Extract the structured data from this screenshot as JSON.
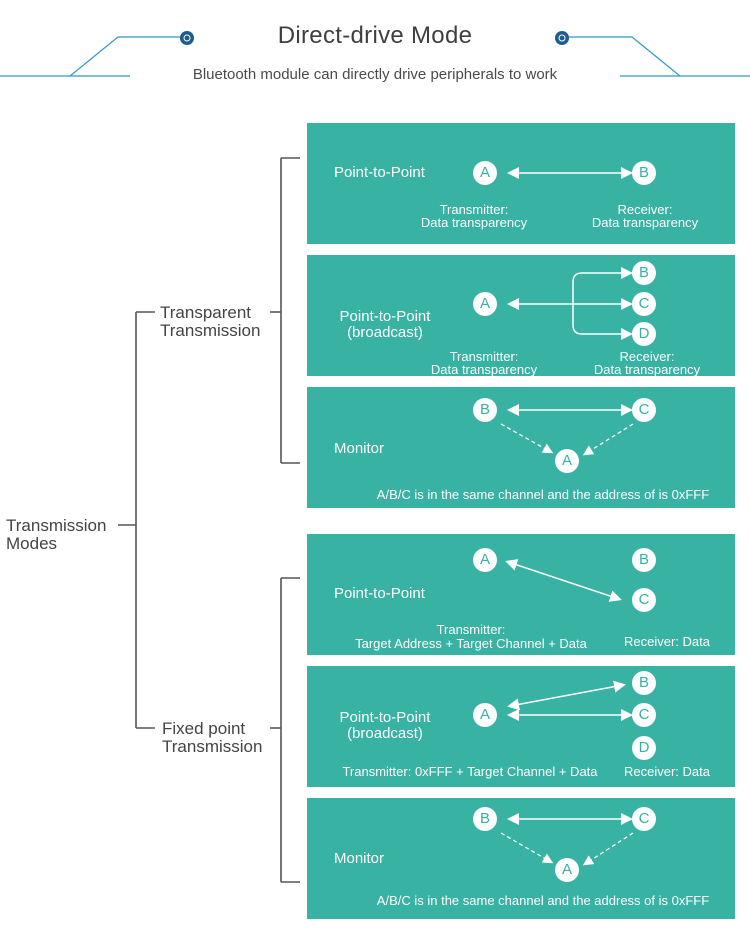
{
  "header": {
    "title": "Direct-drive Mode",
    "subtitle": "Bluetooth module can directly drive peripherals to work",
    "colors": {
      "accent": "#1b6ea3",
      "line": "#2f9bc7"
    }
  },
  "tree": {
    "root": [
      "Transmission",
      "Modes"
    ],
    "transparent": [
      "Transparent",
      "Transmission"
    ],
    "fixed": [
      "Fixed point",
      "Transmission"
    ],
    "line_color": "#555555"
  },
  "panel_color": "#37b2a3",
  "panels": [
    {
      "id": "p1",
      "mode": [
        "Point-to-Point"
      ],
      "nodes": {
        "a": "A",
        "b": "B"
      },
      "tx": [
        "Transmitter:",
        "Data transparency"
      ],
      "rx": [
        "Receiver:",
        "Data transparency"
      ]
    },
    {
      "id": "p2",
      "mode": [
        "Point-to-Point",
        "(broadcast)"
      ],
      "nodes": {
        "a": "A",
        "b": "B",
        "c": "C",
        "d": "D"
      },
      "tx": [
        "Transmitter:",
        "Data transparency"
      ],
      "rx": [
        "Receiver:",
        "Data transparency"
      ]
    },
    {
      "id": "p3",
      "mode": [
        "Monitor"
      ],
      "nodes": {
        "a": "A",
        "b": "B",
        "c": "C"
      },
      "note": "A/B/C is in the same channel and the address of is 0xFFF"
    },
    {
      "id": "p4",
      "mode": [
        "Point-to-Point"
      ],
      "nodes": {
        "a": "A",
        "b": "B",
        "c": "C"
      },
      "tx": [
        "Transmitter:",
        "Target Address + Target Channel + Data"
      ],
      "rx": [
        "Receiver: Data"
      ]
    },
    {
      "id": "p5",
      "mode": [
        "Point-to-Point",
        "(broadcast)"
      ],
      "nodes": {
        "a": "A",
        "b": "B",
        "c": "C",
        "d": "D"
      },
      "tx": [
        "Transmitter: 0xFFF + Target Channel + Data"
      ],
      "rx": [
        "Receiver: Data"
      ]
    },
    {
      "id": "p6",
      "mode": [
        "Monitor"
      ],
      "nodes": {
        "a": "A",
        "b": "B",
        "c": "C"
      },
      "note": "A/B/C is in the same channel and the address of is 0xFFF"
    }
  ]
}
